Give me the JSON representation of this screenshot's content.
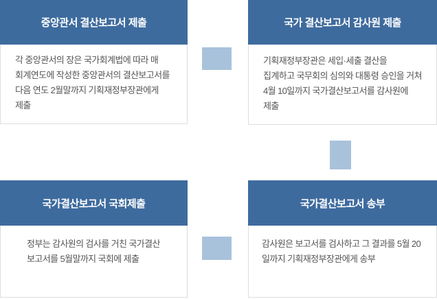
{
  "diagram": {
    "description": "Flow diagram of the Korean national settlement (결산) report submission process",
    "colors": {
      "header_background": "#3e6b9e",
      "header_text": "#ffffff",
      "connector": "#a9c2db",
      "body_text": "#555555",
      "body_border": "#dddddd",
      "page_background": "#ffffff"
    },
    "steps": [
      {
        "title": "중앙관서 결산보고서 제출",
        "body": "각 중앙관서의 장은 국가회계법에 따라 매\n회계연도에 작성한 중앙관서의 결산보고서를\n다음 연도 2월말까지 기획재정부장관에게\n제출"
      },
      {
        "title": "국가 결산보고서 감사원 제출",
        "body": "기획재정부장관은 세입·세출 결산을\n집계하고 국무회의 심의와 대통령 승인을 거쳐\n4월 10일까지 국가결산보고서를 감사원에\n제출"
      },
      {
        "title": "국가결산보고서 국회제출",
        "body": "정부는 감사원의 검사를 거친 국가결산\n보고서를 5월말까지 국회에 제출"
      },
      {
        "title": "국가결산보고서 송부",
        "body": "감사원은 보고서를 검사하고 그 결과를 5월 20\n일까지 기획재정부장관에게 송부"
      }
    ],
    "connectors": [
      {
        "name": "top-row-horizontal",
        "direction": "horizontal"
      },
      {
        "name": "right-column-vertical",
        "direction": "vertical"
      },
      {
        "name": "bottom-row-horizontal",
        "direction": "horizontal"
      }
    ]
  }
}
